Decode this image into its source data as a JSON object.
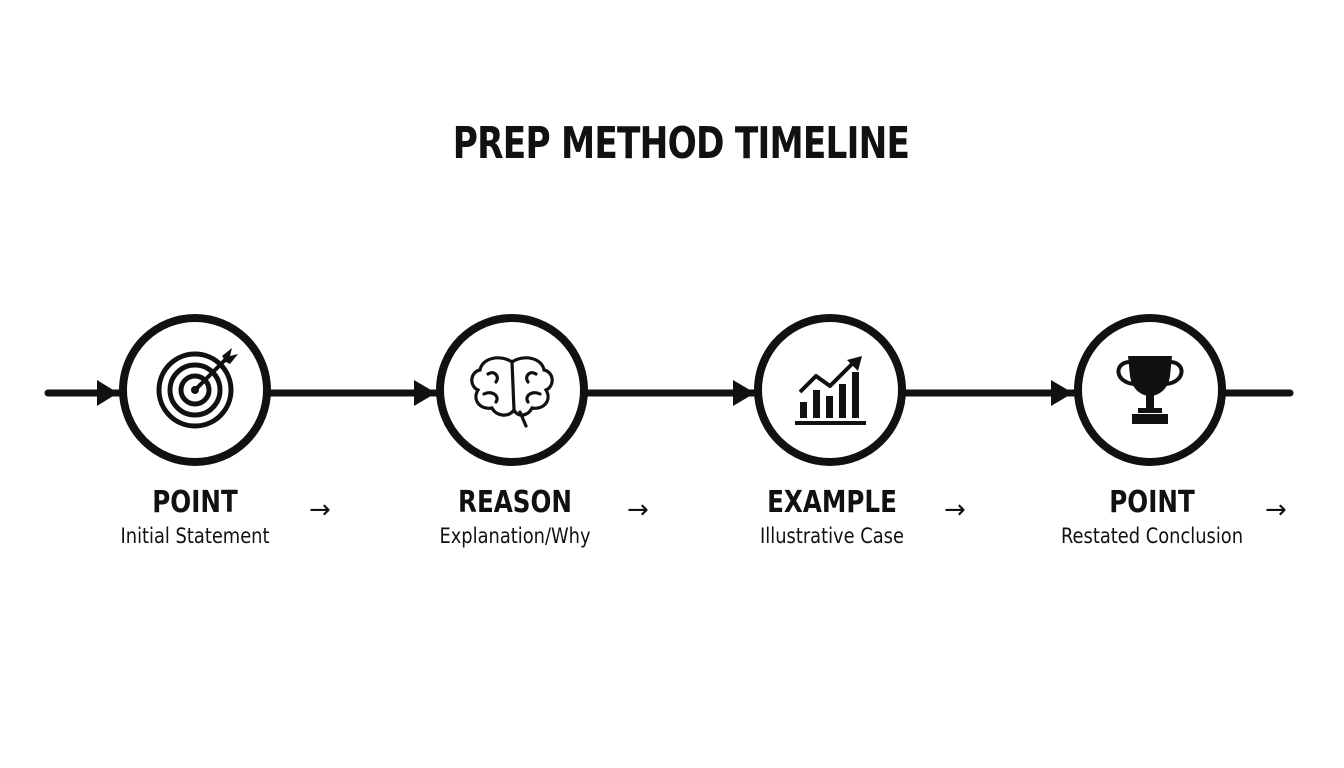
{
  "diagram": {
    "title": "PREP METHOD TIMELINE",
    "steps": [
      {
        "name": "POINT",
        "description": "Initial Statement",
        "icon": "target-icon"
      },
      {
        "name": "REASON",
        "description": "Explanation/Why",
        "icon": "brain-icon"
      },
      {
        "name": "EXAMPLE",
        "description": "Illustrative Case",
        "icon": "growth-chart-icon"
      },
      {
        "name": "POINT",
        "description": "Restated Conclusion",
        "icon": "trophy-icon"
      }
    ],
    "step_arrow": "→",
    "colors": {
      "line": "#111111",
      "background": "#ffffff"
    }
  }
}
